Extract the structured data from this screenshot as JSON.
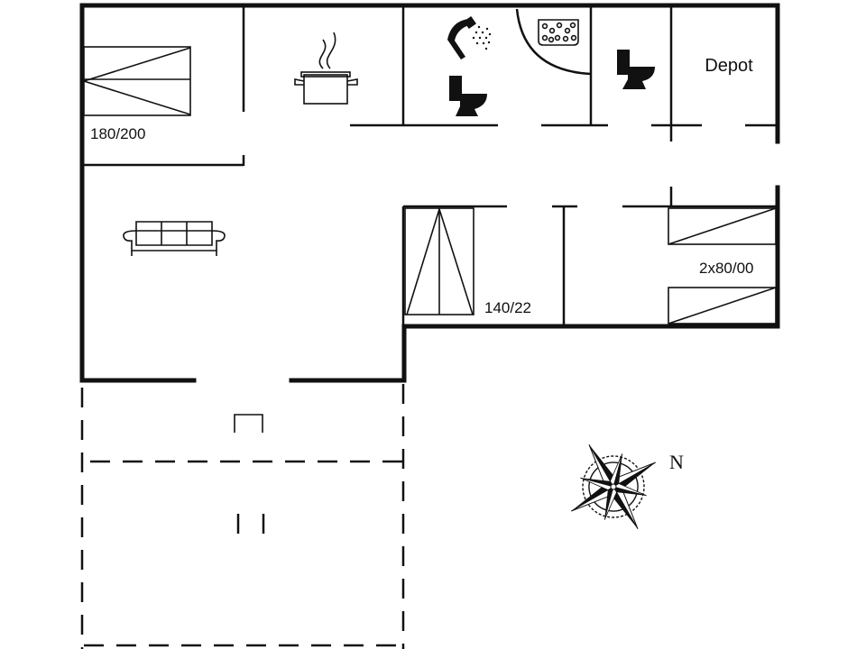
{
  "labels": {
    "bed_master": "180/200",
    "bed_double": "140/22",
    "bed_twin": "2x80/00",
    "depot": "Depot",
    "north": "N"
  },
  "icons": [
    "bed-icon",
    "cooking-pot-icon",
    "shower-icon",
    "toilet-icon",
    "whirlpool-icon",
    "sofa-icon",
    "compass-rose-icon"
  ],
  "colors": {
    "line": "#111111",
    "background": "#ffffff"
  }
}
